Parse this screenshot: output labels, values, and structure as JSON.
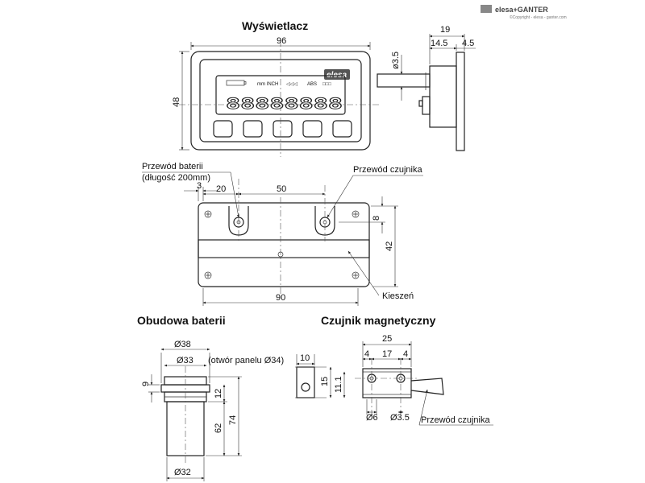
{
  "header": {
    "brand": "elesa+GANTER",
    "brand_note": "©Copyright - elesa - ganter.com"
  },
  "titles": {
    "display": "Wyświetlacz",
    "battery_housing": "Obudowa baterii",
    "magnetic_sensor": "Czujnik magnetyczny"
  },
  "display_panel": {
    "logo": "elesa",
    "indicators": {
      "units": "mm INCH",
      "arrows": "◁◁◁",
      "abs": "ABS",
      "boxes": "□□□"
    },
    "digits": "88888888",
    "button_count": 5
  },
  "labels": {
    "battery_wire": "Przewód baterii",
    "battery_wire_length": "(długość 200mm)",
    "sensor_wire": "Przewód czujnika",
    "pocket": "Kieszeń",
    "panel_hole": "(otwór panelu Ø34)",
    "sensor_wire_2": "Przewód czujnika"
  },
  "dimensions": {
    "display_width": "96",
    "display_height": "48",
    "side_total": "19",
    "side_body": "14.5",
    "side_front": "4.5",
    "side_shaft": "ø3.5",
    "back_offset": "3",
    "back_hole1": "20",
    "back_spacing": "50",
    "back_hole_offset": "8",
    "back_height": "42",
    "back_width": "90",
    "bat_outer": "Ø38",
    "bat_panel": "Ø33",
    "bat_flange": "9",
    "bat_collar": "12",
    "bat_body": "62",
    "bat_total": "74",
    "bat_bottom": "Ø32",
    "sens_width": "10",
    "sens_height": "15",
    "sens_hole_height": "11.1",
    "sens_length": "25",
    "sens_seg1": "4",
    "sens_seg2": "17",
    "sens_seg3": "4",
    "sens_dia1": "Ø6",
    "sens_dia2": "Ø3.5"
  }
}
